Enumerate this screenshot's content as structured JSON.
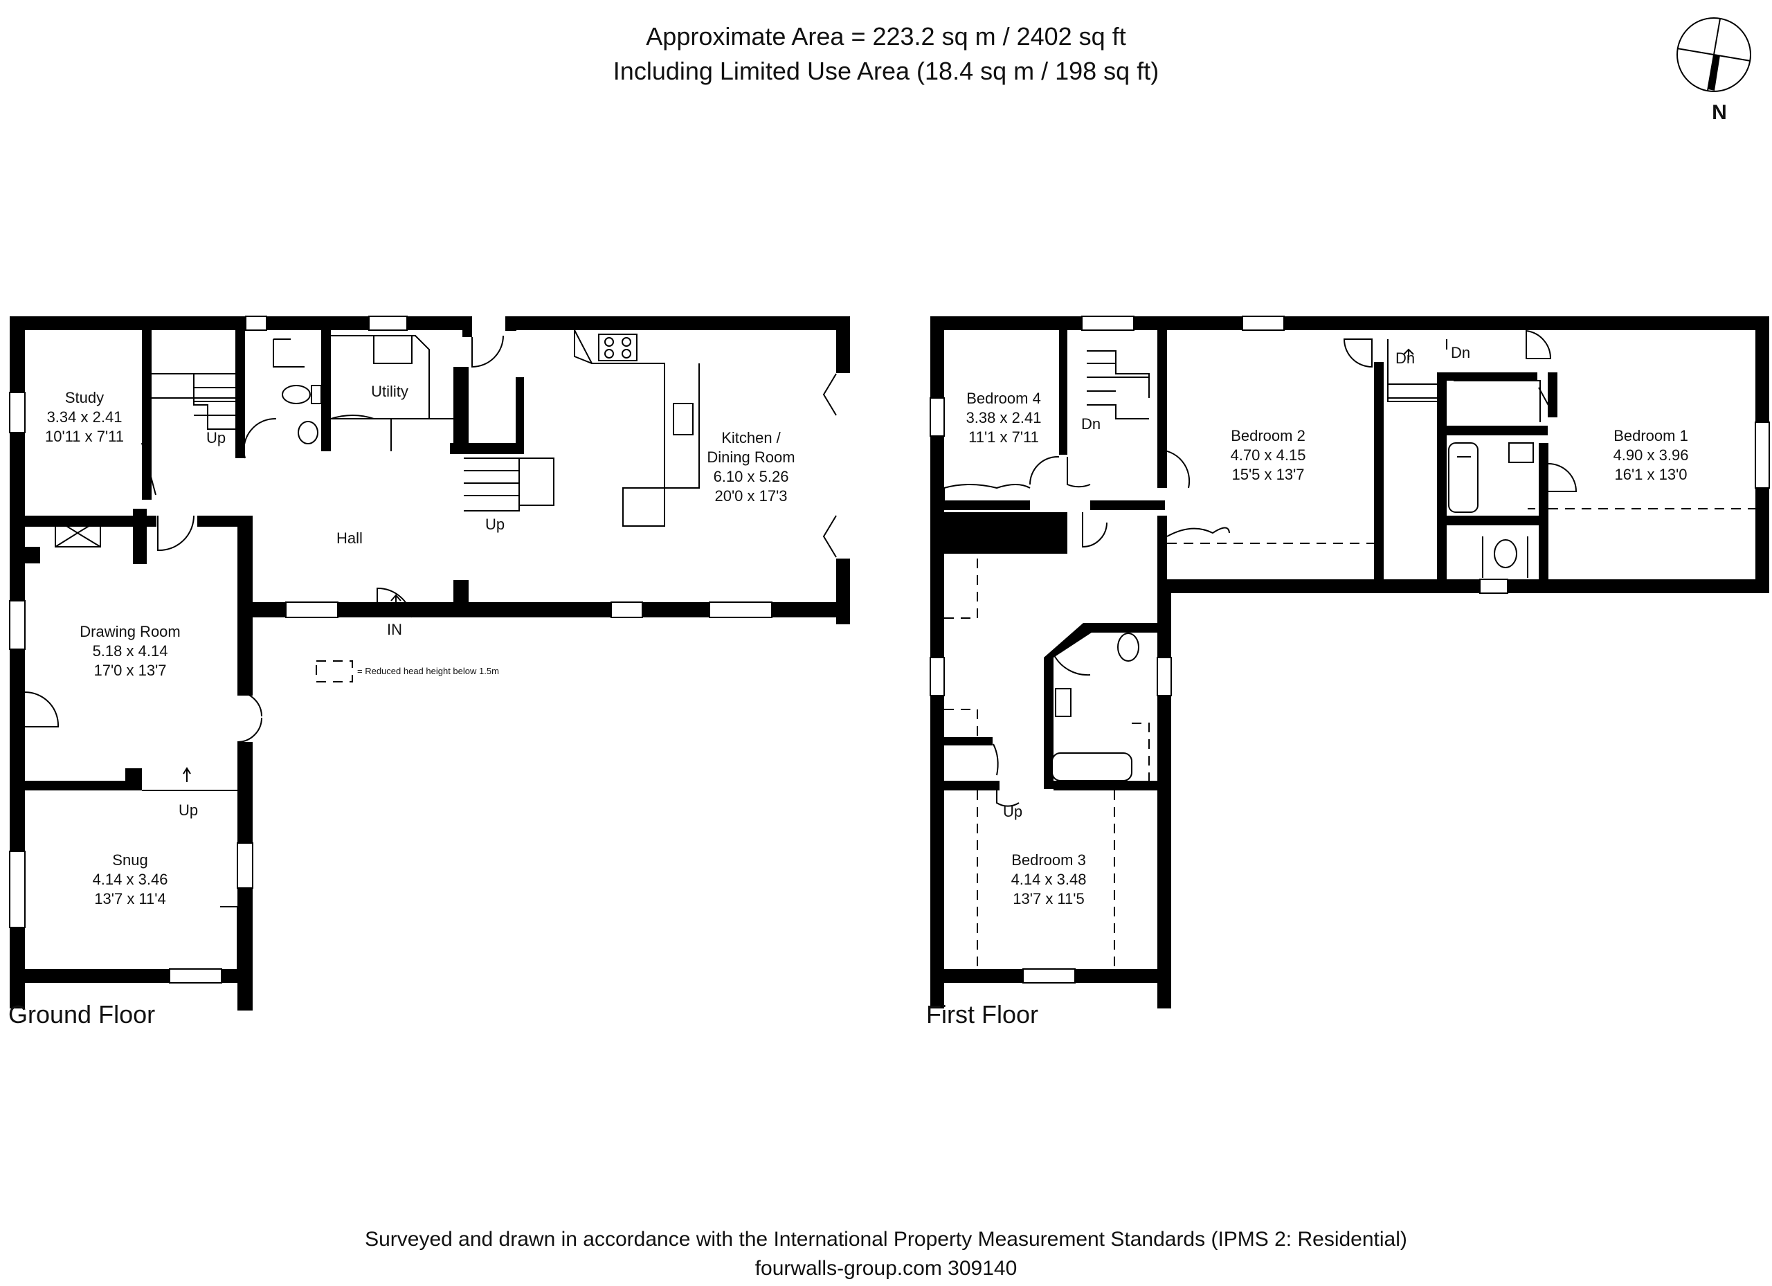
{
  "header": {
    "area_line": "Approximate  Area = 223.2 sq m / 2402 sq ft",
    "limited_use_line": "Including Limited Use Area (18.4 sq m / 198 sq ft)"
  },
  "compass": {
    "label": "N"
  },
  "ground_floor": {
    "label": "Ground Floor",
    "entrance": "IN",
    "rooms": [
      {
        "name": "Study",
        "metric": "3.34 x 2.41",
        "imperial": "10'11 x 7'11"
      },
      {
        "name": "Utility"
      },
      {
        "name": "Hall"
      },
      {
        "name": "Kitchen /",
        "name2": "Dining Room",
        "metric": "6.10 x 5.26",
        "imperial": "20'0 x 17'3"
      },
      {
        "name": "Drawing Room",
        "metric": "5.18 x 4.14",
        "imperial": "17'0 x 13'7"
      },
      {
        "name": "Snug",
        "metric": "4.14 x 3.46",
        "imperial": "13'7 x 11'4"
      }
    ],
    "stairs": [
      "Up",
      "Up",
      "Up"
    ]
  },
  "first_floor": {
    "label": "First Floor",
    "rooms": [
      {
        "name": "Bedroom 4",
        "metric": "3.38 x 2.41",
        "imperial": "11'1 x 7'11"
      },
      {
        "name": "Bedroom 2",
        "metric": "4.70 x 4.15",
        "imperial": "15'5 x 13'7"
      },
      {
        "name": "Bedroom 1",
        "metric": "4.90 x 3.96",
        "imperial": "16'1 x 13'0"
      },
      {
        "name": "Bedroom 3",
        "metric": "4.14 x 3.48",
        "imperial": "13'7 x 11'5"
      }
    ],
    "stairs": [
      "Dn",
      "Dn",
      "Dn",
      "Up"
    ]
  },
  "legend": {
    "text": "= Reduced head height below 1.5m"
  },
  "footer": {
    "standards_line": "Surveyed and drawn in accordance with the International Property Measurement Standards (IPMS 2: Residential)",
    "reference_line": "fourwalls-group.com 309140"
  }
}
